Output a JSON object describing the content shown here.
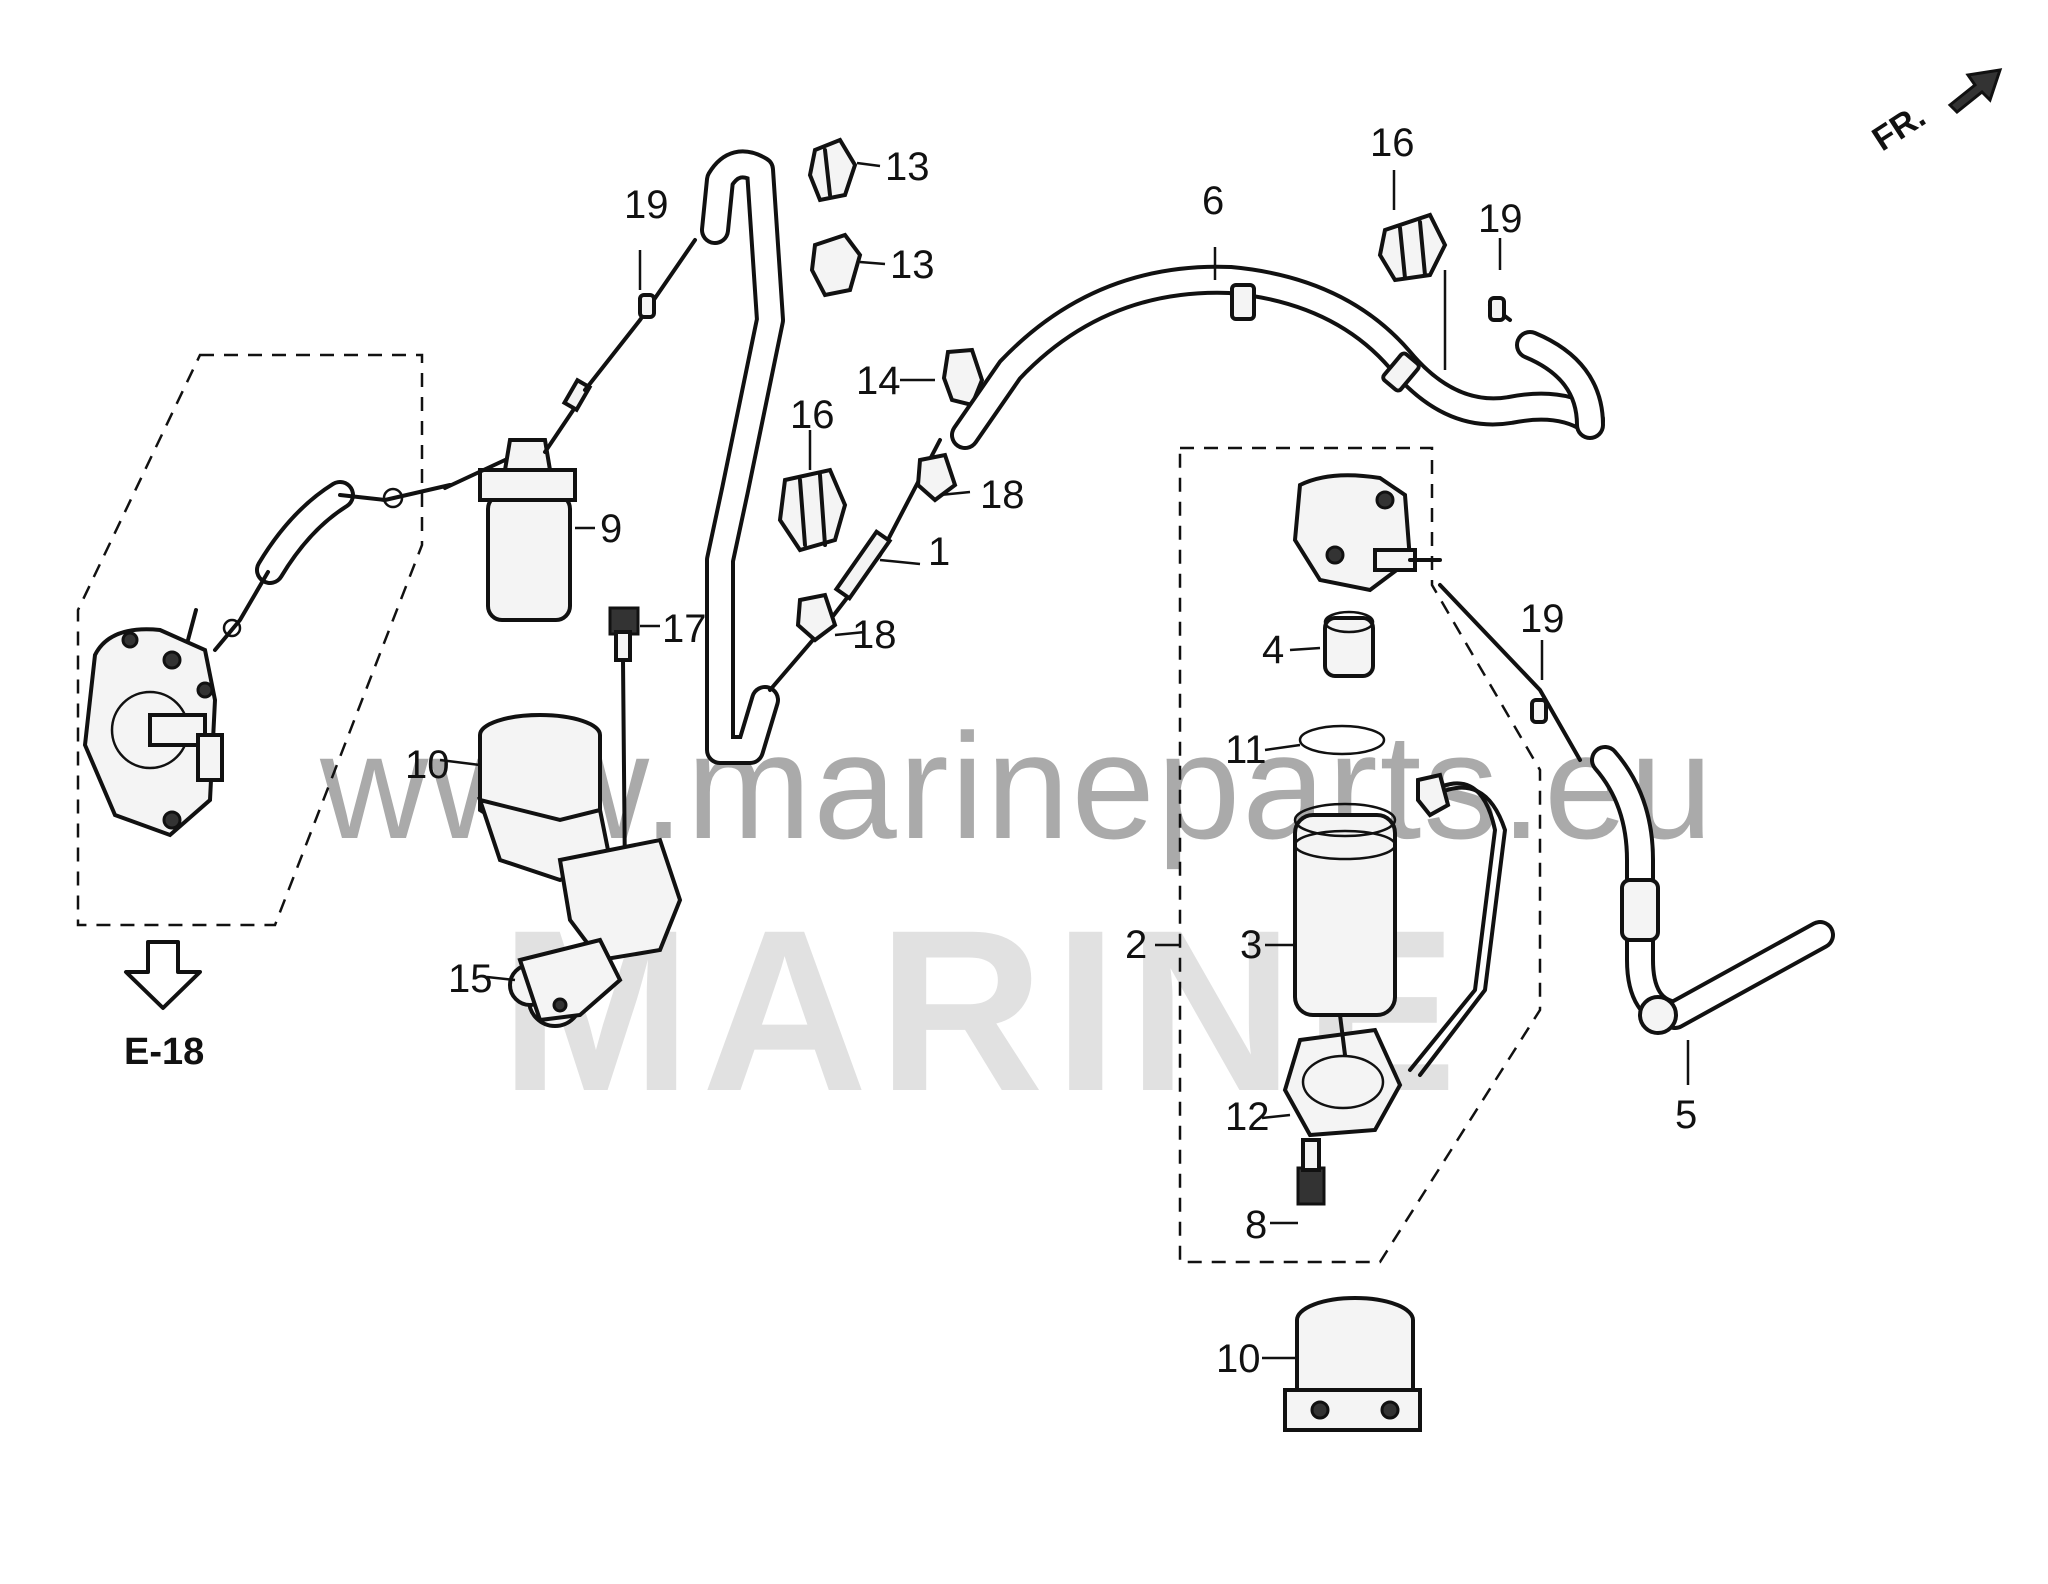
{
  "diagram": {
    "orientation_label": "FR.",
    "section_ref": "E-18",
    "watermark": {
      "url": "www.marineparts.eu",
      "brand": "MARINE"
    },
    "callouts": [
      "1",
      "2",
      "3",
      "4",
      "5",
      "6",
      "8",
      "9",
      "10",
      "10",
      "11",
      "12",
      "13",
      "13",
      "14",
      "15",
      "16",
      "16",
      "17",
      "18",
      "18",
      "19",
      "19",
      "19"
    ]
  }
}
